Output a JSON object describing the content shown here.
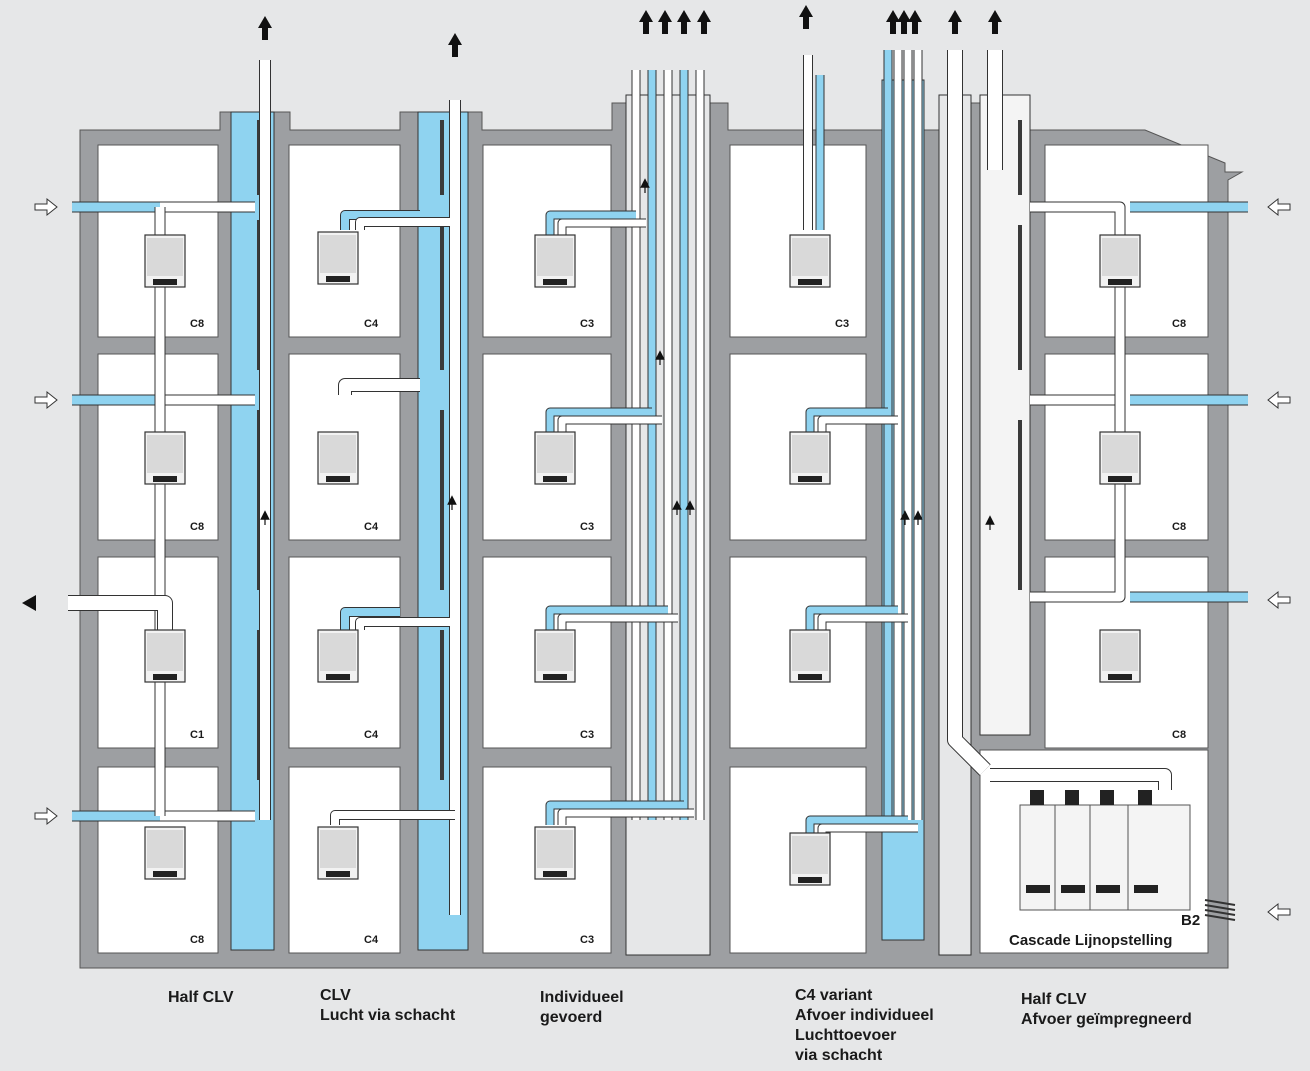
{
  "colors": {
    "background": "#e6e7e8",
    "wall": "#9d9fa2",
    "room": "#ffffff",
    "shaft_air": "#8fd3f0",
    "air_pipe": "#8fd3f0",
    "flue_pipe": "#ffffff",
    "outline": "#222222"
  },
  "room_labels": {
    "col1": [
      "C8",
      "C8",
      "C1",
      "C8"
    ],
    "col2": [
      "C4",
      "C4",
      "C4",
      "C4"
    ],
    "col3": [
      "C3",
      "C3",
      "C3",
      "C3"
    ],
    "col4": [
      "C3"
    ],
    "col5": [
      "C8",
      "C8",
      "C8"
    ]
  },
  "b2_label": "B2",
  "cascade_label": "Cascade Lijnopstelling",
  "captions": {
    "half_clv": [
      "Half CLV"
    ],
    "clv": [
      "CLV",
      "Lucht via schacht"
    ],
    "individueel": [
      "Individueel",
      "gevoerd"
    ],
    "c4_variant": [
      "C4 variant",
      "Afvoer individueel",
      "Luchttoevoer",
      "via schacht"
    ],
    "half_clv_2": [
      "Half CLV",
      "Afvoer geïmpregneerd"
    ]
  }
}
